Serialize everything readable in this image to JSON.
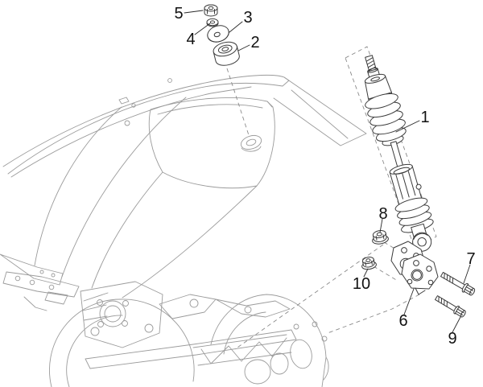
{
  "diagram": {
    "description": "Exploded parts drawing of a scooter rear shock absorber assembly with body panel and engine crankcase shown in light line art",
    "callouts": [
      {
        "label": "1"
      },
      {
        "label": "2"
      },
      {
        "label": "3"
      },
      {
        "label": "4"
      },
      {
        "label": "5"
      },
      {
        "label": "6"
      },
      {
        "label": "7"
      },
      {
        "label": "8"
      },
      {
        "label": "9"
      },
      {
        "label": "10"
      }
    ]
  },
  "colors": {
    "background": "#ffffff",
    "part_line": "#3a3a3a",
    "background_art_line": "#9b9b9b",
    "dashed_line": "#8a8a8a",
    "label_text": "#111111"
  }
}
